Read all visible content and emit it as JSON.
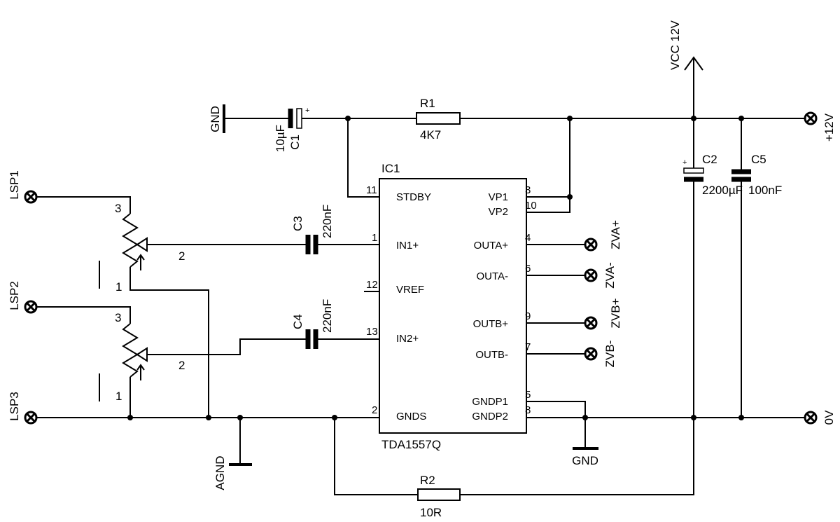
{
  "ic": {
    "ref": "IC1",
    "part": "TDA1557Q",
    "pins_left": [
      {
        "num": "11",
        "name": "STDBY"
      },
      {
        "num": "1",
        "name": "IN1+"
      },
      {
        "num": "12",
        "name": "VREF"
      },
      {
        "num": "13",
        "name": "IN2+"
      },
      {
        "num": "2",
        "name": "GNDS"
      }
    ],
    "pins_right": [
      {
        "num": "3",
        "name": "VP1"
      },
      {
        "num": "10",
        "name": "VP2"
      },
      {
        "num": "4",
        "name": "OUTA+"
      },
      {
        "num": "6",
        "name": "OUTA-"
      },
      {
        "num": "9",
        "name": "OUTB+"
      },
      {
        "num": "7",
        "name": "OUTB-"
      },
      {
        "num": "5",
        "name": "GNDP1"
      },
      {
        "num": "8",
        "name": "GNDP2"
      }
    ]
  },
  "components": {
    "r1": {
      "ref": "R1",
      "value": "4K7"
    },
    "r2": {
      "ref": "R2",
      "value": "10R"
    },
    "c1": {
      "ref": "C1",
      "value": "10µF"
    },
    "c2": {
      "ref": "C2",
      "value": "2200µF"
    },
    "c3": {
      "ref": "C3",
      "value": "220nF"
    },
    "c4": {
      "ref": "C4",
      "value": "220nF"
    },
    "c5": {
      "ref": "C5",
      "value": "100nF"
    }
  },
  "pots": {
    "pot1": {
      "pin3": "3",
      "pin2": "2",
      "pin1": "1"
    },
    "pot2": {
      "pin3": "3",
      "pin2": "2",
      "pin1": "1"
    }
  },
  "connectors": {
    "lsp1": "LSP1",
    "lsp2": "LSP2",
    "lsp3": "LSP3",
    "plus12v": "+12V",
    "zero_v": "0V",
    "zva_plus": "ZVA+",
    "zva_minus": "ZVA-",
    "zvb_plus": "ZVB+",
    "zvb_minus": "ZVB-"
  },
  "labels": {
    "gnd_top": "GND",
    "gnd_bottom": "GND",
    "agnd": "AGND",
    "vcc": "VCC 12V"
  },
  "colors": {
    "wire": "#000000",
    "background": "#ffffff"
  }
}
